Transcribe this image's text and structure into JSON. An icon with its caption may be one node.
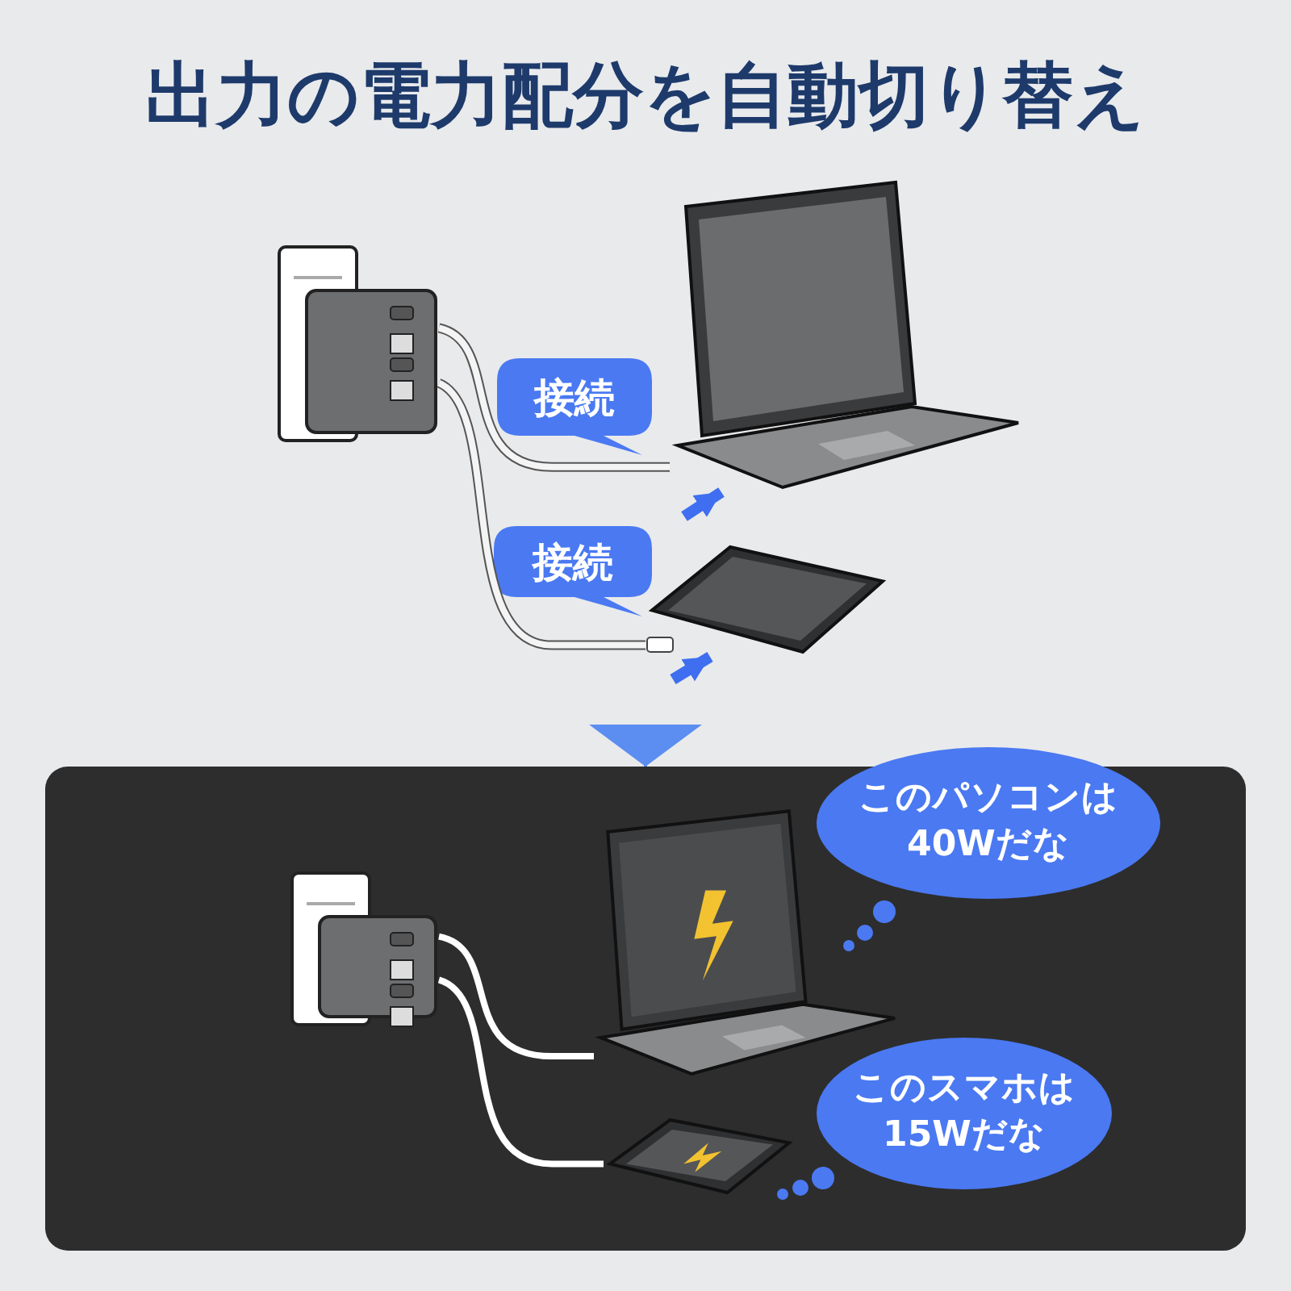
{
  "diagram": {
    "title": "出力の電力配分を自動切り替え",
    "nodes": [
      {
        "text": [],
        "shape": "picture"
      },
      {
        "text": [
          "接続"
        ]
      },
      {
        "text": [],
        "shape": "picture"
      },
      {
        "text": [
          "接続"
        ]
      },
      {
        "text": [],
        "shape": "picture"
      },
      {
        "text": [],
        "shape": "box"
      },
      {
        "text": [],
        "shape": "picture",
        "in": 5
      },
      {
        "text": [],
        "shape": "picture",
        "in": 5
      },
      {
        "text": [
          "このパソコンは40Wだな"
        ]
      },
      {
        "text": [],
        "shape": "picture",
        "in": 5
      },
      {
        "text": [
          "このスマホは15Wだな"
        ],
        "in": 5
      }
    ],
    "edges": [
      {
        "from": 0,
        "to": 2,
        "arrow": "none"
      },
      {
        "from": 0,
        "to": 4,
        "arrow": "none"
      },
      {
        "from": 6,
        "to": 7,
        "arrow": "none",
        "color": "#ffffff"
      },
      {
        "from": 6,
        "to": 9,
        "arrow": "none",
        "color": "#ffffff"
      },
      {
        "from": null,
        "to": 2,
        "arrow": "to",
        "color": "#3f6ff0"
      },
      {
        "from": null,
        "to": 4,
        "arrow": "to",
        "color": "#3f6ff0"
      },
      {
        "from": null,
        "to": 5,
        "arrow": "to",
        "color": "#5b8ef0"
      }
    ]
  }
}
